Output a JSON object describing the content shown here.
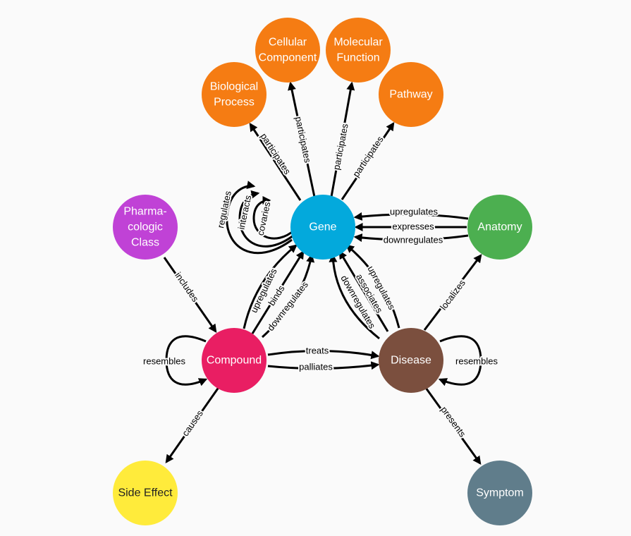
{
  "nodes": {
    "gene": {
      "label": "Gene",
      "color": "#03a9dc"
    },
    "biological_process": {
      "label": [
        "Biological",
        "Process"
      ],
      "color": "#f57c13"
    },
    "cellular_component": {
      "label": [
        "Cellular",
        "Component"
      ],
      "color": "#f57c13"
    },
    "molecular_function": {
      "label": [
        "Molecular",
        "Function"
      ],
      "color": "#f57c13"
    },
    "pathway": {
      "label": "Pathway",
      "color": "#f57c13"
    },
    "pharmacologic_class": {
      "label": [
        "Pharma-",
        "cologic",
        "Class"
      ],
      "color": "#c042d6"
    },
    "anatomy": {
      "label": "Anatomy",
      "color": "#4caf50"
    },
    "compound": {
      "label": "Compound",
      "color": "#e91e63"
    },
    "disease": {
      "label": "Disease",
      "color": "#7b4f3e"
    },
    "side_effect": {
      "label": "Side Effect",
      "color": "#ffeb3b"
    },
    "symptom": {
      "label": "Symptom",
      "color": "#607d8b"
    }
  },
  "edges": {
    "gene_bp": "participates",
    "gene_cc": "participates",
    "gene_mf": "participates",
    "gene_pw": "participates",
    "gene_regulates": "regulates",
    "gene_interacts": "interacts",
    "gene_covaries": "covaries",
    "anatomy_upregulates": "upregulates",
    "anatomy_expresses": "expresses",
    "anatomy_downregulates": "downregulates",
    "pc_includes": "includes",
    "compound_upregulates": "upregulates",
    "compound_binds": "binds",
    "compound_downregulates": "downregulates",
    "disease_downregulates": "downregulates",
    "disease_associates": "associates",
    "disease_upregulates": "upregulates",
    "compound_resembles": "resembles",
    "compound_treats": "treats",
    "compound_palliates": "palliates",
    "disease_resembles": "resembles",
    "disease_localizes": "localizes",
    "compound_causes": "causes",
    "disease_presents": "presents"
  }
}
